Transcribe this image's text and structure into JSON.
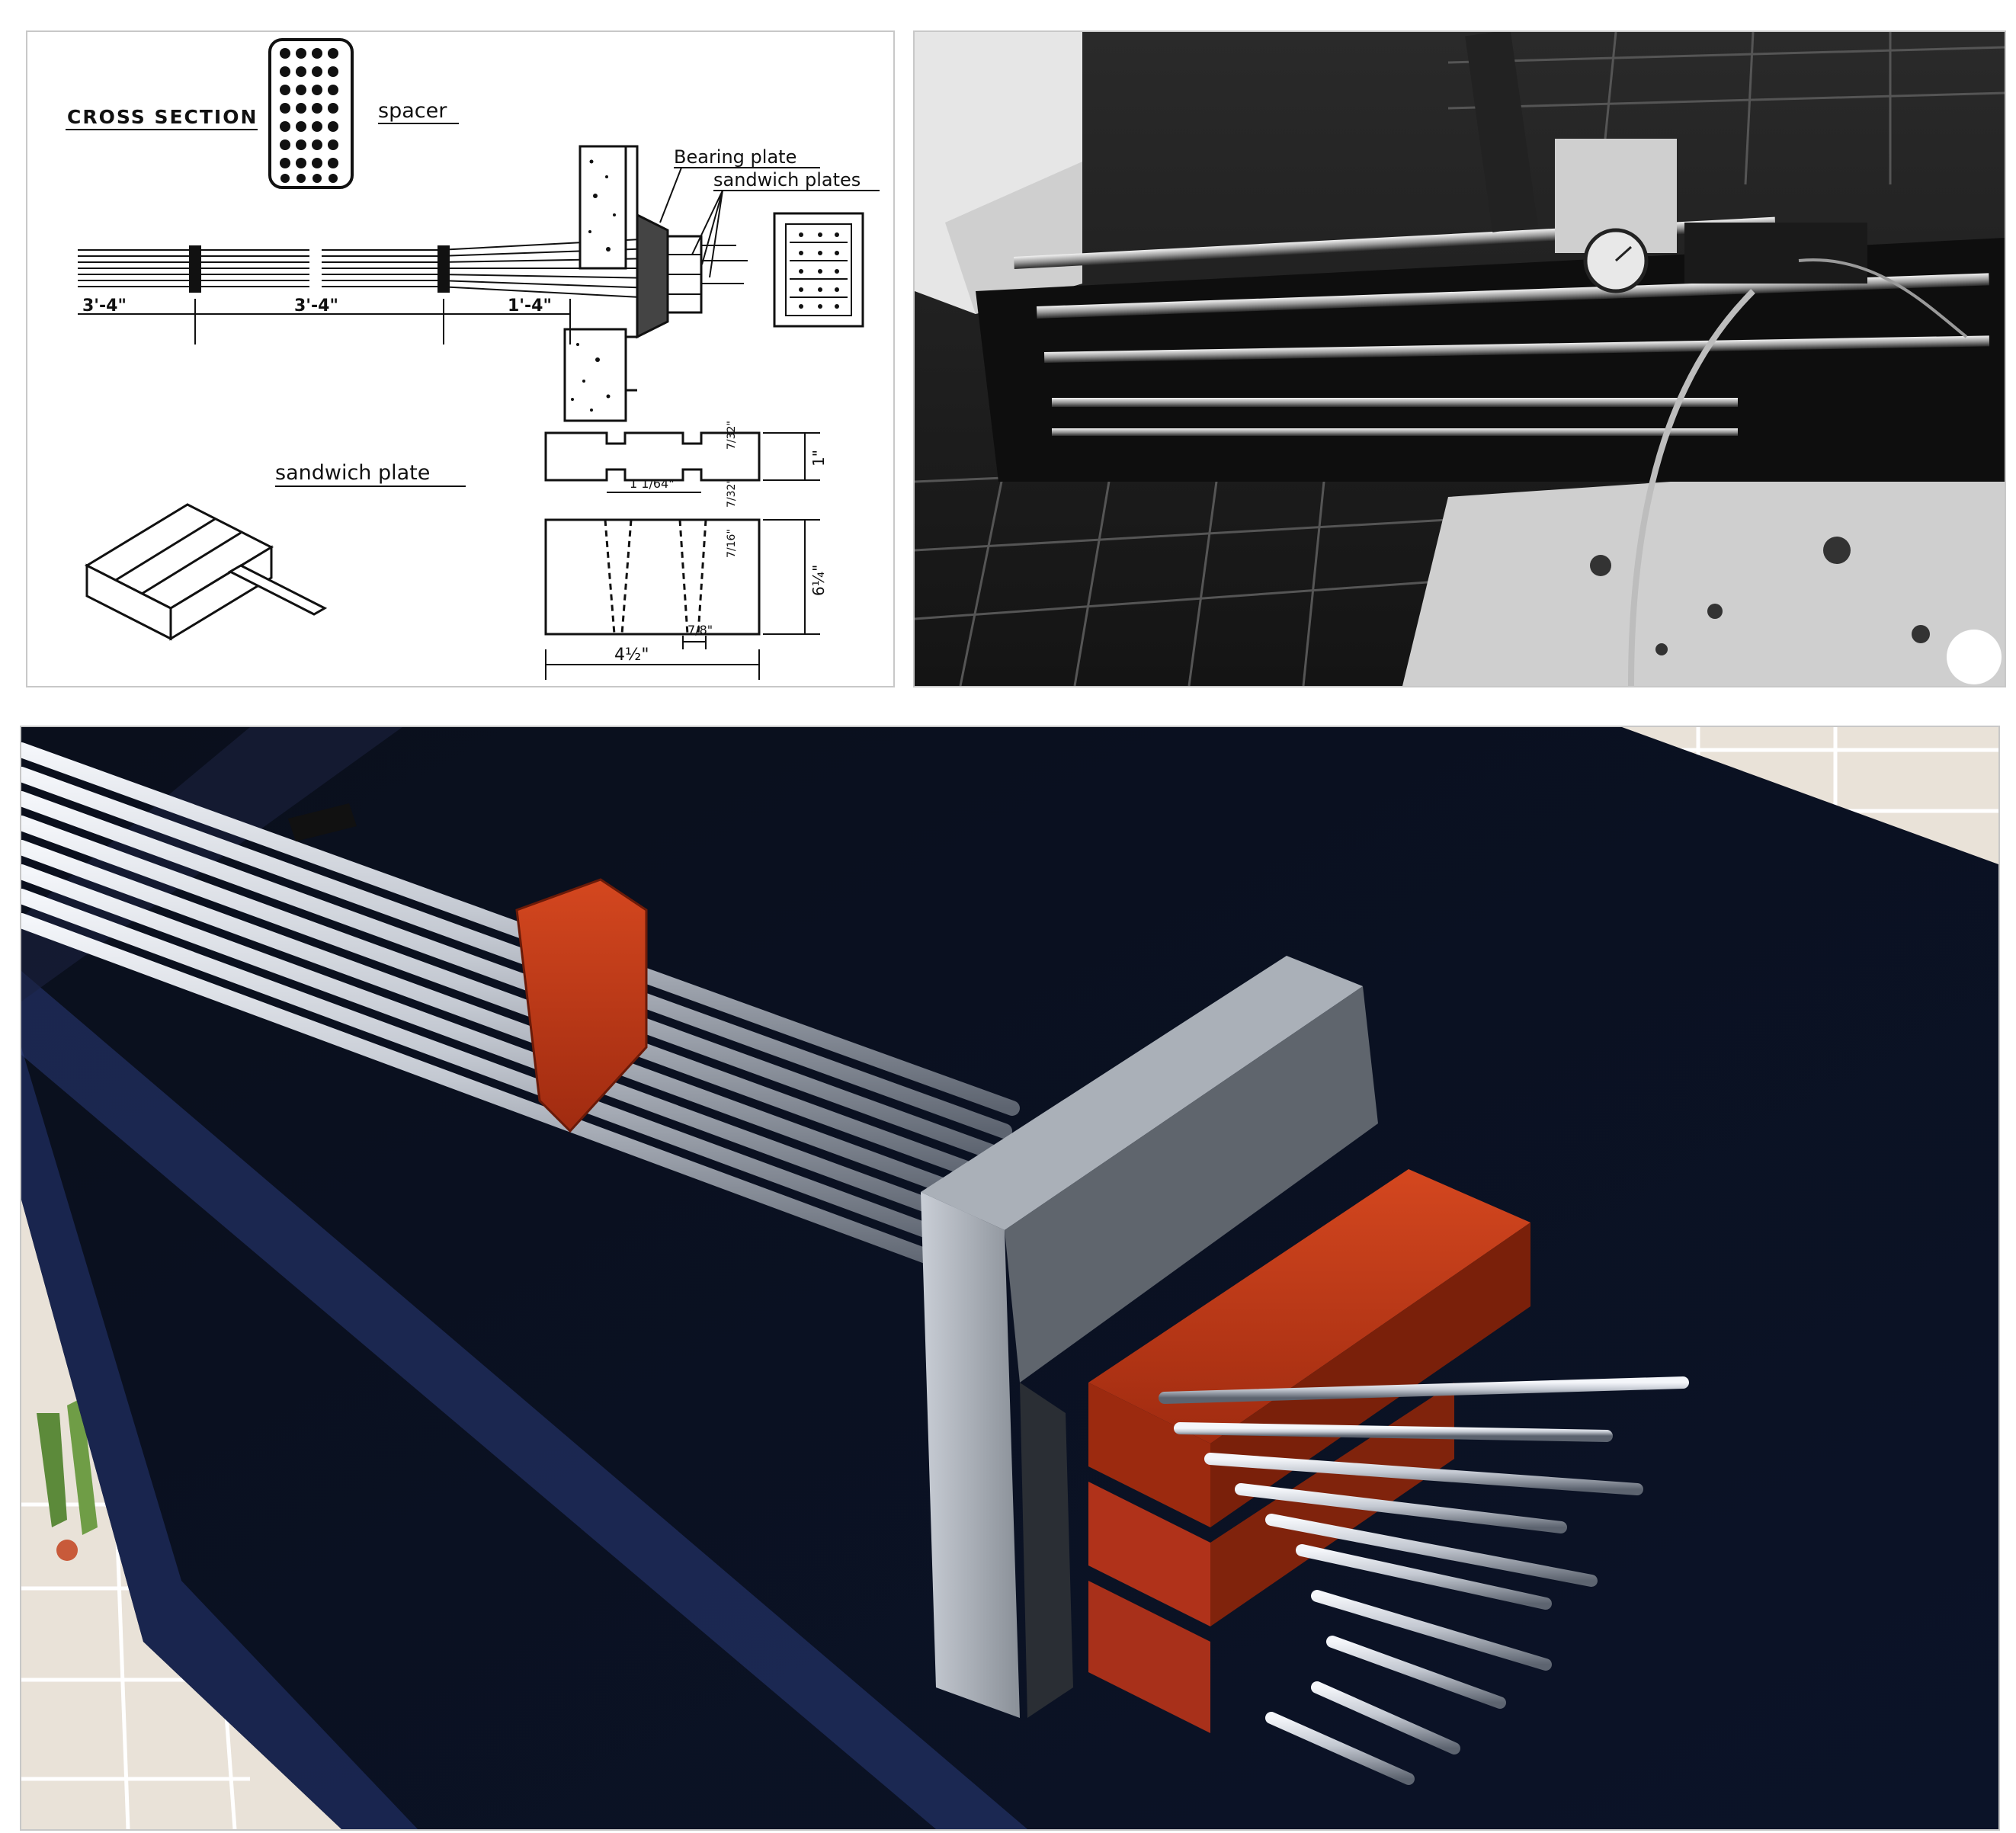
{
  "drawing": {
    "cross_section_label": "CROSS SECTION",
    "spacer_label": "spacer",
    "bearing_plate_label": "Bearing plate",
    "sandwich_plates_label": "sandwich plates",
    "sandwich_plate_label": "sandwich plate",
    "dim_1": "3'-4\"",
    "dim_2": "3'-4\"",
    "dim_3": "1'-4\"",
    "dim_width": "4½\"",
    "dim_height": "6¼\"",
    "dim_top_height": "1\"",
    "dim_slot_top": "7/32\"",
    "dim_slot_bottom": "7/32\"",
    "dim_groove_spacing": "1 1/64\"",
    "dim_groove_width": "7/8\"",
    "dim_taper": "7/16\""
  },
  "colors": {
    "spacer_red": "#b8391c",
    "plate_red": "#b02e12",
    "bearing_grey": "#8a9098",
    "bench_navy": "#0f1730",
    "floor_tile": "#e9e2d8"
  }
}
